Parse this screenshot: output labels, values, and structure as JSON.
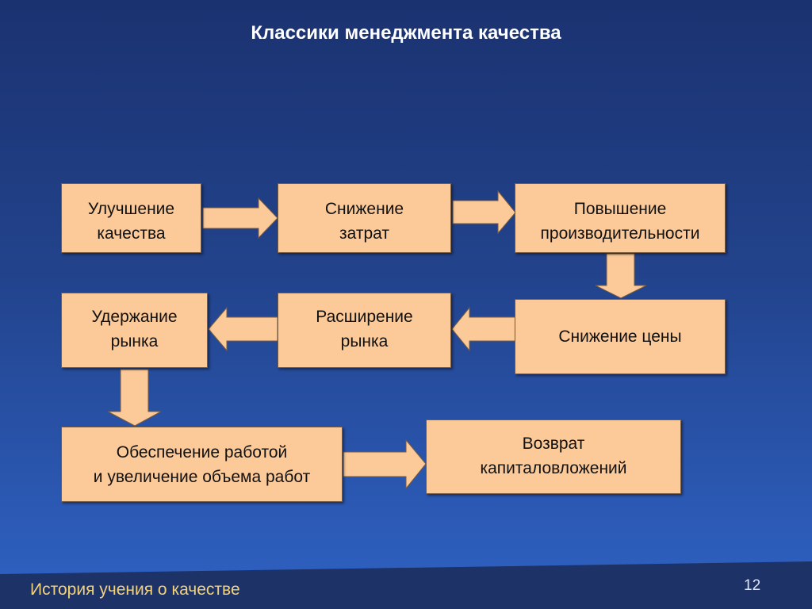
{
  "slide": {
    "title": "Классики менеджмента качества",
    "footer": "История учения о качестве",
    "page_number": "12"
  },
  "diagram": {
    "nodes": [
      {
        "id": "quality",
        "label": "Улучшение\nкачества"
      },
      {
        "id": "costs",
        "label": "Снижение\nзатрат"
      },
      {
        "id": "productivity",
        "label": "Повышение\nпроизводительности"
      },
      {
        "id": "price",
        "label": "Снижение цены"
      },
      {
        "id": "market_expansion",
        "label": "Расширение\nрынка"
      },
      {
        "id": "market_retention",
        "label": "Удержание\nрынка"
      },
      {
        "id": "employment",
        "label": "Обеспечение работой\nи увеличение объема работ"
      },
      {
        "id": "roi",
        "label": "Возврат\nкапиталовложений"
      }
    ],
    "edges": [
      {
        "from": "quality",
        "to": "costs"
      },
      {
        "from": "costs",
        "to": "productivity"
      },
      {
        "from": "productivity",
        "to": "price"
      },
      {
        "from": "price",
        "to": "market_expansion"
      },
      {
        "from": "market_expansion",
        "to": "market_retention"
      },
      {
        "from": "market_retention",
        "to": "employment"
      },
      {
        "from": "employment",
        "to": "roi"
      }
    ]
  },
  "colors": {
    "box_fill": "#fcc998",
    "arrow_fill": "#fcc998",
    "footer_text": "#f2d27a"
  }
}
